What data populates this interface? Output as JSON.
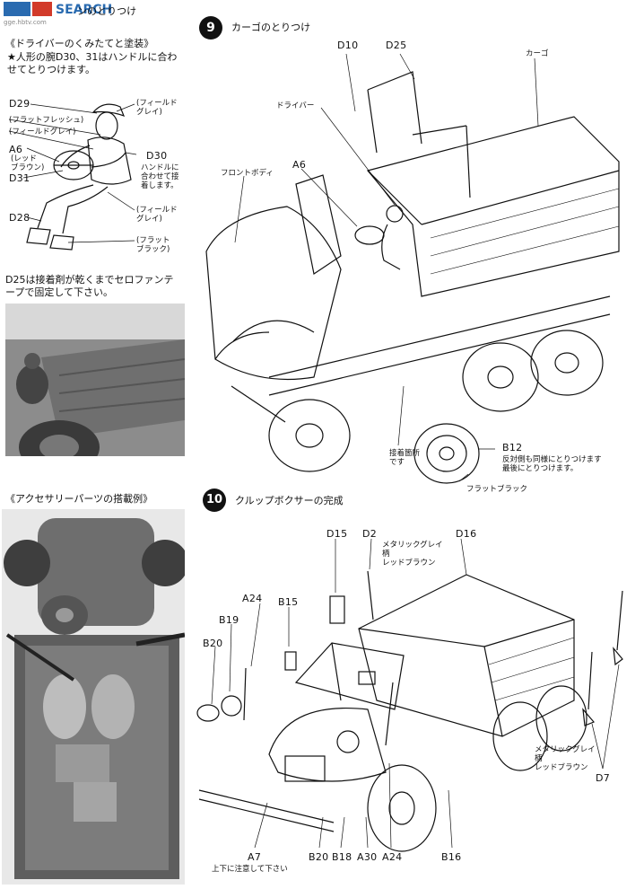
{
  "watermark": {
    "text": "SEARCH",
    "sub": "gge.hbtv.com"
  },
  "left": {
    "partial_title": "ンのとりつけ",
    "driver_heading": "《ドライバーのくみたてと塗装》",
    "driver_note_1": "★人形の腕D30、31はハンドルに合わ",
    "driver_note_2": "せてとりつけます。",
    "callouts": [
      {
        "id": "D29",
        "label": "D29"
      },
      {
        "id": "D30",
        "label": "D30"
      },
      {
        "id": "D31",
        "label": "D31"
      },
      {
        "id": "A6",
        "label": "A6"
      },
      {
        "id": "D28",
        "label": "D28"
      }
    ],
    "colors": {
      "field_gray_1": "(フィールド\nグレイ)",
      "flat_flesh": "(フラットフレッシュ)",
      "field_gray_2": "(フィールドグレイ)",
      "red_brown": "(レッド\nブラウン)",
      "d30_note": "ハンドルに\n合わせて接\n着します。",
      "field_gray_3": "(フィールド\nグレイ)",
      "flat_black": "(フラット\nブラック)"
    },
    "d25_note_1": "D25は接着剤が乾くまでセロファンテ",
    "d25_note_2": "ープで固定して下さい。",
    "accessory_heading": "《アクセサリーパーツの搭載例》"
  },
  "step9": {
    "number": "9",
    "title": "カーゴのとりつけ",
    "labels": {
      "D10": "D10",
      "D25": "D25",
      "cargo": "カーゴ",
      "driver": "ドライバー",
      "front_body": "フロントボディ",
      "A6": "A6",
      "glue_point": "接着箇所\nです",
      "B12": "B12",
      "b12_note": "反対側も同様にとりつけます\n最後にとりつけます。",
      "flat_black": "フラットブラック"
    }
  },
  "step10": {
    "number": "10",
    "title": "クルップボクサーの完成",
    "labels": {
      "D15": "D15",
      "D2": "D2",
      "D16": "D16",
      "metallic_1": "メタリックグレイ\n柄\nレッドブラウン",
      "B15": "B15",
      "A24_top": "A24",
      "B19": "B19",
      "B20_top": "B20",
      "metallic_2": "メタリックグレイ\n柄\nレッドブラウン",
      "D7": "D7",
      "A7": "A7",
      "a7_note": "上下に注意して下さい",
      "B20_bottom": "B20",
      "B18": "B18",
      "A30": "A30",
      "A24_bottom": "A24",
      "B16": "B16"
    }
  }
}
